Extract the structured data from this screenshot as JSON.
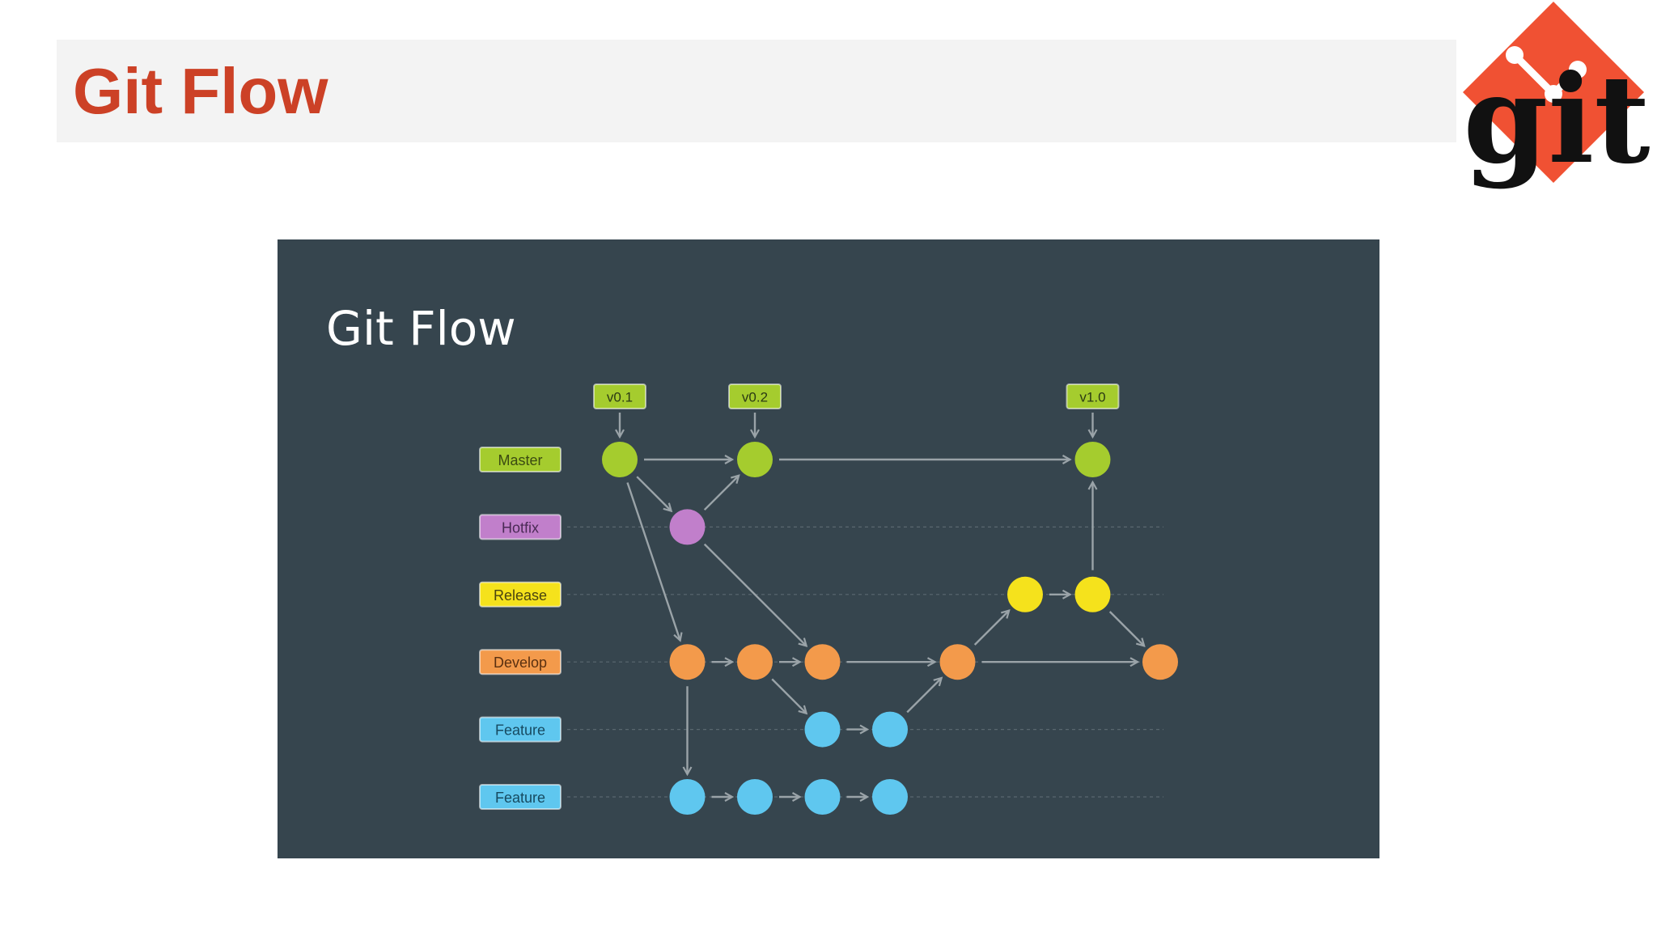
{
  "slide": {
    "title": "Git Flow"
  },
  "logo": {
    "text": "git",
    "color": "#f05133"
  },
  "diagram": {
    "title": "Git Flow",
    "branches": [
      {
        "key": "master",
        "label": "Master",
        "color": "#a5cc2e",
        "text_color": "#3b4a12"
      },
      {
        "key": "hotfix",
        "label": "Hotfix",
        "color": "#c17fcb",
        "text_color": "#4a2a55"
      },
      {
        "key": "release",
        "label": "Release",
        "color": "#f5e21c",
        "text_color": "#4a4410"
      },
      {
        "key": "develop",
        "label": "Develop",
        "color": "#f39a4b",
        "text_color": "#5a3010"
      },
      {
        "key": "feature1",
        "label": "Feature",
        "color": "#5fc7ef",
        "text_color": "#174a60"
      },
      {
        "key": "feature2",
        "label": "Feature",
        "color": "#5fc7ef",
        "text_color": "#174a60"
      }
    ],
    "tags": [
      {
        "label": "v0.1",
        "commit": "m1"
      },
      {
        "label": "v0.2",
        "commit": "m2"
      },
      {
        "label": "v1.0",
        "commit": "m3"
      }
    ],
    "commits": [
      {
        "id": "m1",
        "branch": "master",
        "slot": 0
      },
      {
        "id": "m2",
        "branch": "master",
        "slot": 2
      },
      {
        "id": "m3",
        "branch": "master",
        "slot": 7
      },
      {
        "id": "h1",
        "branch": "hotfix",
        "slot": 1
      },
      {
        "id": "r1",
        "branch": "release",
        "slot": 6
      },
      {
        "id": "r2",
        "branch": "release",
        "slot": 7
      },
      {
        "id": "d1",
        "branch": "develop",
        "slot": 1
      },
      {
        "id": "d2",
        "branch": "develop",
        "slot": 2
      },
      {
        "id": "d3",
        "branch": "develop",
        "slot": 3
      },
      {
        "id": "d4",
        "branch": "develop",
        "slot": 5
      },
      {
        "id": "d5",
        "branch": "develop",
        "slot": 8
      },
      {
        "id": "f1",
        "branch": "feature1",
        "slot": 3
      },
      {
        "id": "f2",
        "branch": "feature1",
        "slot": 4
      },
      {
        "id": "g1",
        "branch": "feature2",
        "slot": 1
      },
      {
        "id": "g2",
        "branch": "feature2",
        "slot": 2
      },
      {
        "id": "g3",
        "branch": "feature2",
        "slot": 3
      },
      {
        "id": "g4",
        "branch": "feature2",
        "slot": 4
      }
    ],
    "edges": [
      [
        "m1",
        "m2"
      ],
      [
        "m2",
        "m3"
      ],
      [
        "m1",
        "h1"
      ],
      [
        "h1",
        "m2"
      ],
      [
        "m1",
        "d1"
      ],
      [
        "h1",
        "d3"
      ],
      [
        "d1",
        "d2"
      ],
      [
        "d2",
        "d3"
      ],
      [
        "d3",
        "d4"
      ],
      [
        "d4",
        "d5"
      ],
      [
        "d2",
        "f1"
      ],
      [
        "f1",
        "f2"
      ],
      [
        "f2",
        "d4"
      ],
      [
        "d4",
        "r1"
      ],
      [
        "r1",
        "r2"
      ],
      [
        "r2",
        "m3"
      ],
      [
        "r2",
        "d5"
      ],
      [
        "d1",
        "g1"
      ],
      [
        "g1",
        "g2"
      ],
      [
        "g2",
        "g3"
      ],
      [
        "g3",
        "g4"
      ]
    ]
  }
}
